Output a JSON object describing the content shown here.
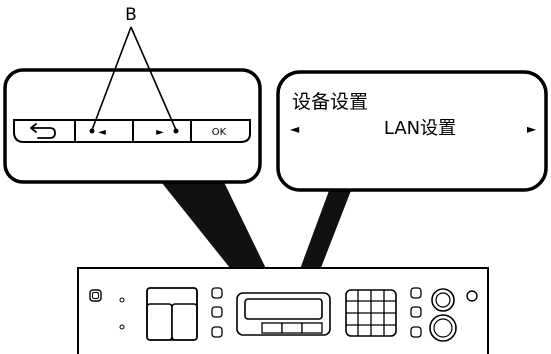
{
  "callout_letter": "B",
  "display": {
    "line1": "设备设置",
    "line2": "LAN设置",
    "left_arrow": "◄",
    "right_arrow": "►"
  },
  "buttons": {
    "back_glyph": "⮌",
    "left_glyph": "◄",
    "right_glyph": "►",
    "ok_label": "OK"
  },
  "colors": {
    "line": "#000000",
    "panel_fill": "#ffffff",
    "shadow": "#1a1a1a"
  }
}
